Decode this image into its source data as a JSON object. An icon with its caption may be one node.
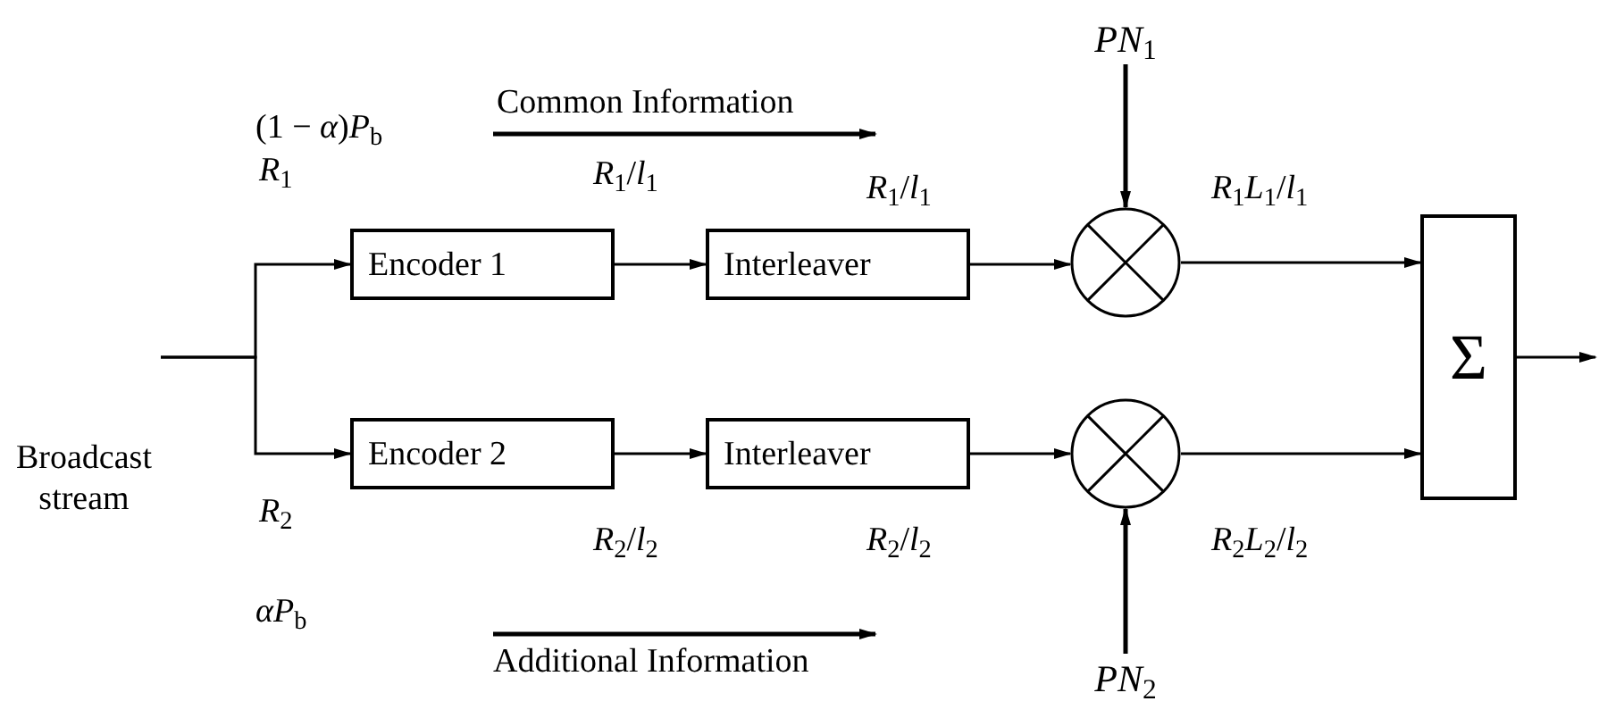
{
  "diagram": {
    "nodes": [
      {
        "text": [
          "*PN*$_{1}$"
        ]
      },
      {
        "text": [
          "Broadcast stream"
        ]
      },
      {
        "text": [
          "Encoder 1"
        ]
      },
      {
        "text": [
          "Interleaver"
        ]
      },
      {
        "text": [],
        "shape": "circle"
      },
      {
        "text": [
          "Σ"
        ]
      },
      {
        "text": [
          "Encoder 2"
        ]
      },
      {
        "text": [
          "Interleaver"
        ]
      },
      {
        "text": [],
        "shape": "circle"
      },
      {
        "text": [
          "*PN*$_{2}$"
        ]
      }
    ],
    "edges": [
      {
        "from": 1,
        "to": 2,
        "arrow": "to",
        "label": "*R*$_{1}$"
      },
      {
        "from": 1,
        "to": 6,
        "arrow": "to",
        "label": "*R*$_{2}$"
      },
      {
        "from": 2,
        "to": 3,
        "arrow": "to",
        "label": "*R*$_{1}$/*l*$_{1}$"
      },
      {
        "from": 3,
        "to": 4,
        "arrow": "to",
        "label": "*R*$_{1}$/*l*$_{1}$"
      },
      {
        "from": 0,
        "to": 4,
        "arrow": "to"
      },
      {
        "from": 4,
        "to": 5,
        "arrow": "to",
        "label": "*R*$_{1}$*L*$_{1}$/*l*$_{1}$"
      },
      {
        "from": 6,
        "to": 7,
        "arrow": "to",
        "label": "*R*$_{2}$/*l*$_{2}$"
      },
      {
        "from": 7,
        "to": 8,
        "arrow": "to",
        "label": "*R*$_{2}$/*l*$_{2}$"
      },
      {
        "from": 9,
        "to": 8,
        "arrow": "to"
      },
      {
        "from": 8,
        "to": 5,
        "arrow": "to",
        "label": "*R*$_{2}$*L*$_{2}$/*l*$_{2}$"
      },
      {
        "from": 5,
        "to": null,
        "arrow": "to"
      }
    ],
    "labels": [
      "(1 − *α*)*P*$_{b}$",
      "Common Information",
      "*αP*$_{b}$",
      "Additional Information"
    ]
  }
}
